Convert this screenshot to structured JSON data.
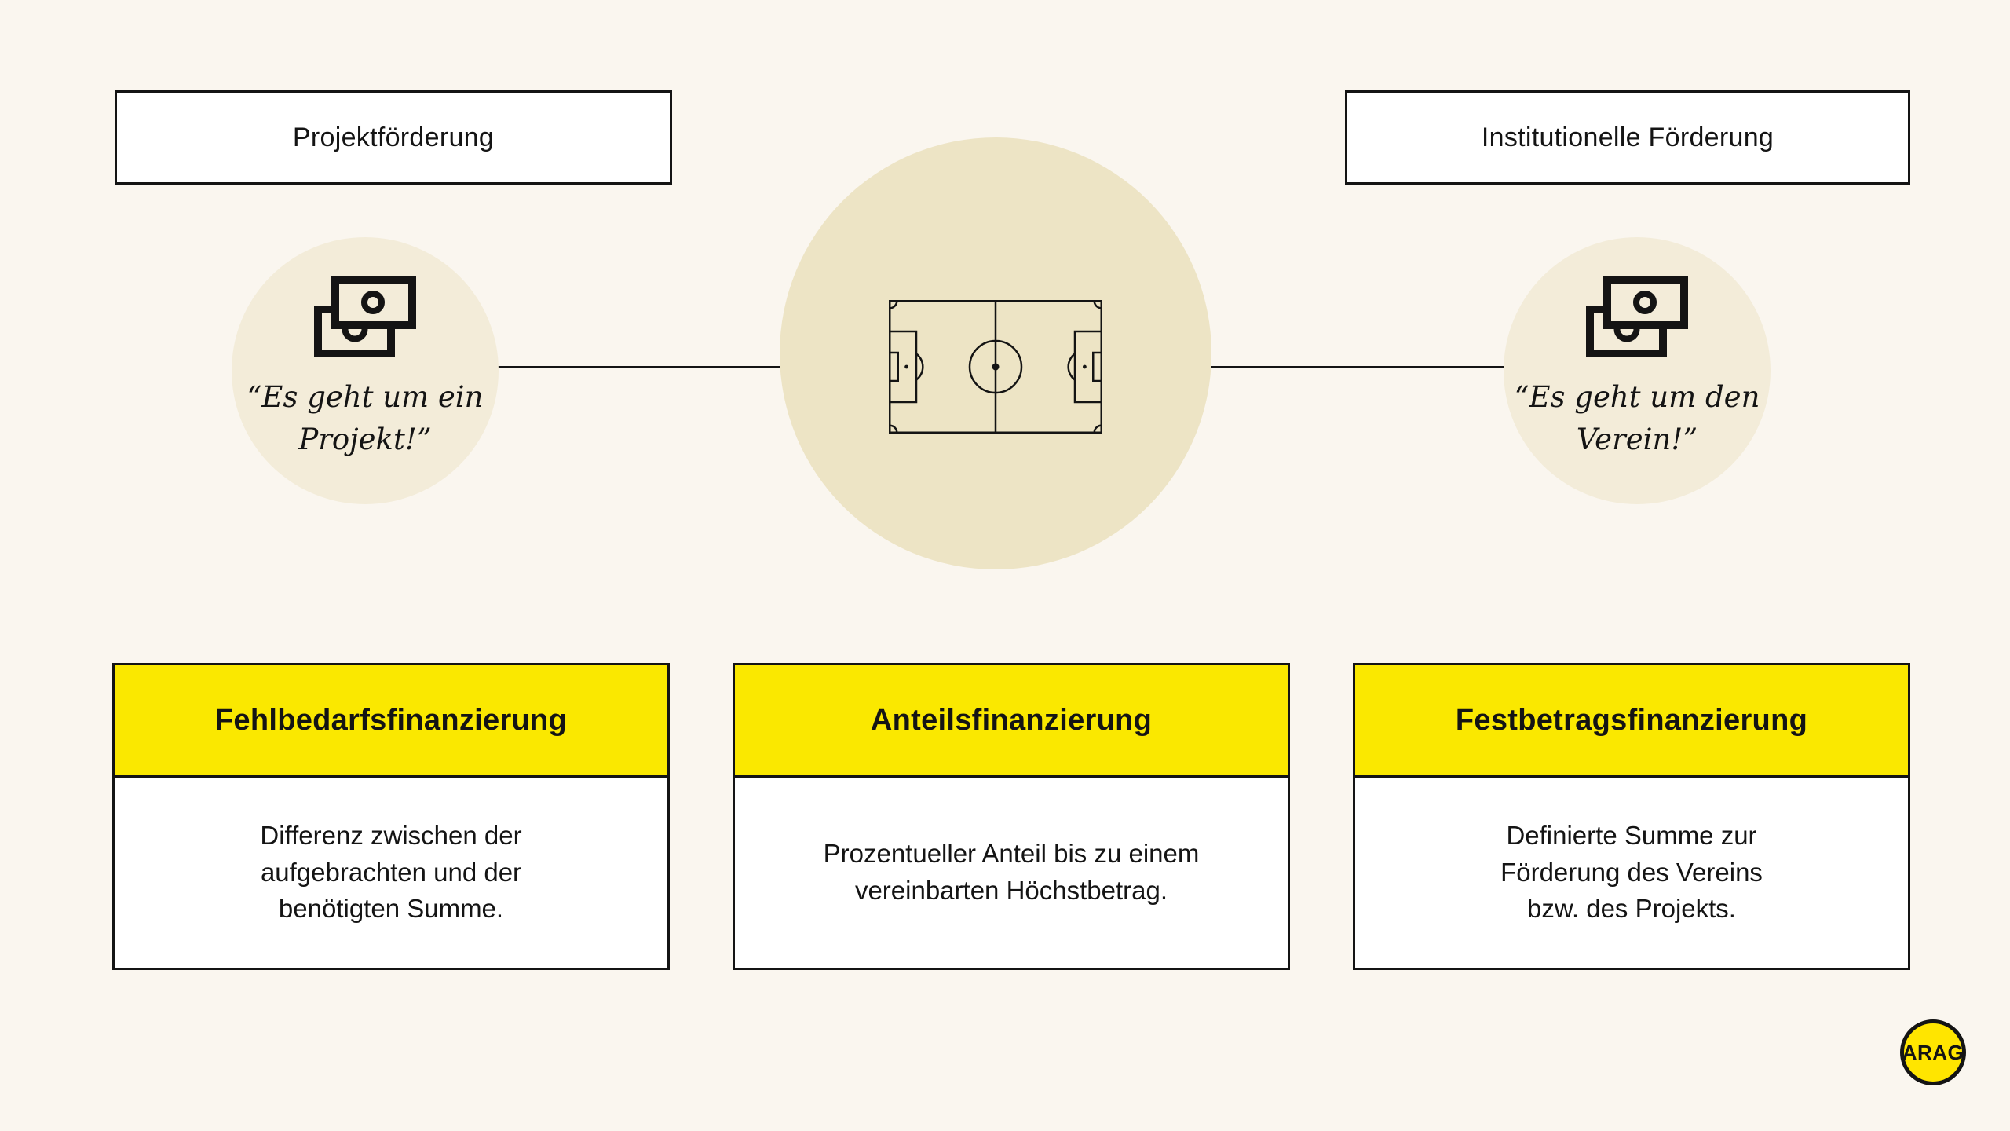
{
  "colors": {
    "background": "#FAF6EF",
    "bubble_beige": "#F3ECD9",
    "center_circle_beige": "#EDE4C5",
    "accent_yellow": "#FAE800",
    "logo_yellow": "#FFE500",
    "ink": "#141414",
    "box_white": "#FFFFFF"
  },
  "top_labels": {
    "left": "Projektförderung",
    "right": "Institutionelle Förderung"
  },
  "bubbles": {
    "left": {
      "icon": "banknotes-icon",
      "quote": "“Es geht um ein\nProjekt!”"
    },
    "center": {
      "icon": "football-pitch-icon"
    },
    "right": {
      "icon": "banknotes-icon",
      "quote": "“Es geht um den\nVerein!”"
    }
  },
  "cards": [
    {
      "title": "Fehlbedarfsfinanzierung",
      "body": "Differenz zwischen der\naufgebrachten und der\nbenötigten Summe."
    },
    {
      "title": "Anteilsfinanzierung",
      "body": "Prozentueller Anteil bis zu einem\nvereinbarten Höchstbetrag."
    },
    {
      "title": "Festbetragsfinanzierung",
      "body": "Definierte Summe zur\nFörderung des Vereins\nbzw. des Projekts."
    }
  ],
  "logo": {
    "text": "ARAG"
  }
}
